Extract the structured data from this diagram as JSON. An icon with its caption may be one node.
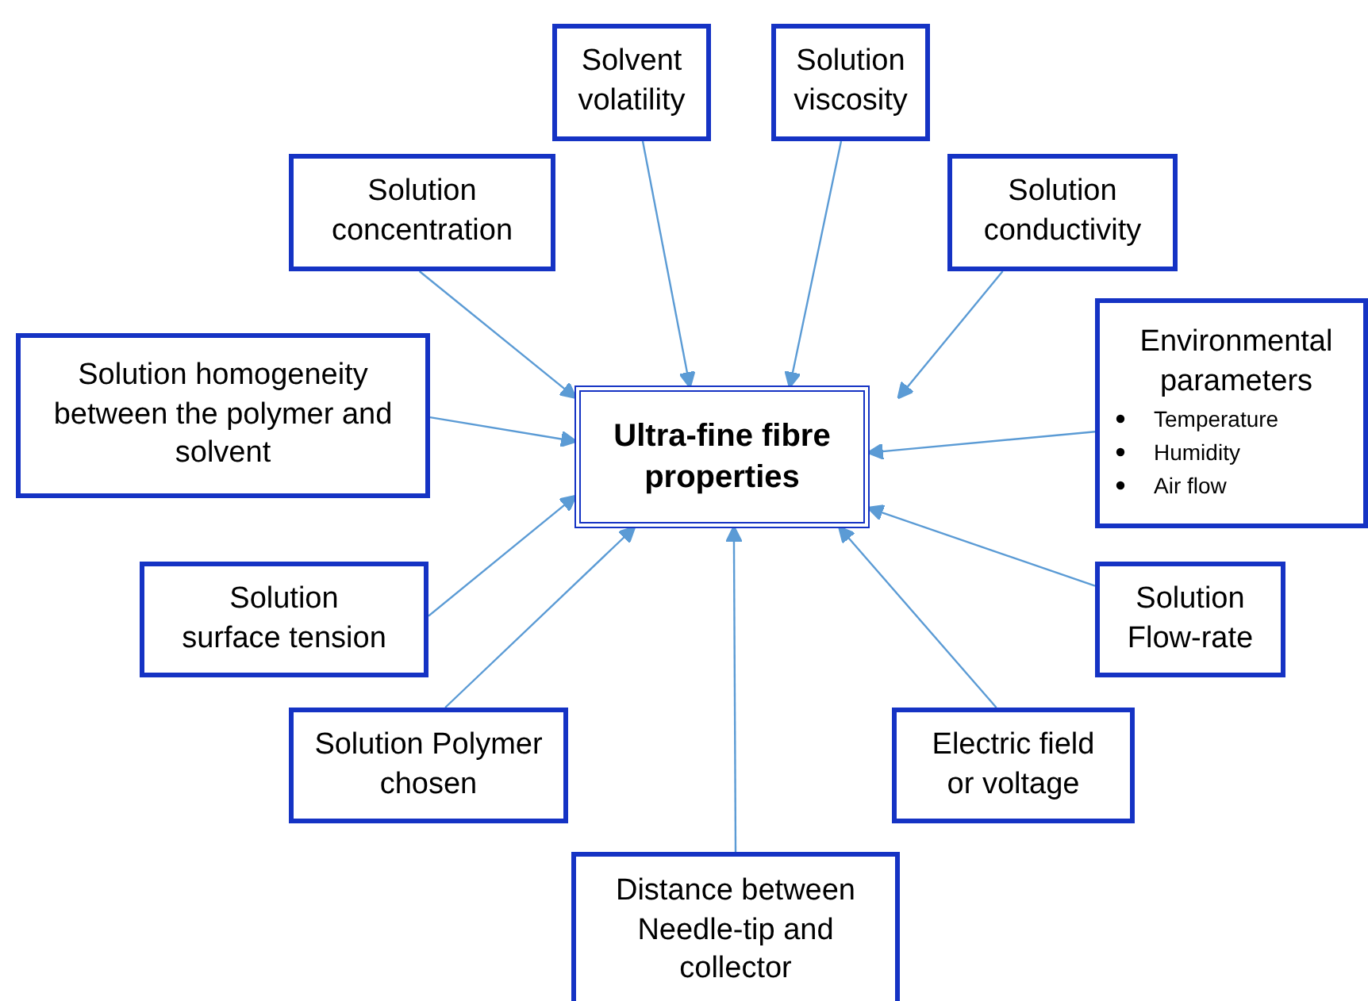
{
  "diagram": {
    "nodes": [
      {
        "text": [
          "Ultra-fine fibre properties"
        ]
      },
      {
        "text": [
          "Solvent volatility"
        ]
      },
      {
        "text": [
          "Solution viscosity"
        ]
      },
      {
        "text": [
          "Solution concentration"
        ]
      },
      {
        "text": [
          "Solution conductivity"
        ]
      },
      {
        "text": [
          "Solution homogeneity between the polymer and solvent"
        ]
      },
      {
        "text": [
          "Environmental parameters",
          "Temperature",
          "Humidity",
          "Air flow"
        ]
      },
      {
        "text": [
          "Solution surface tension"
        ]
      },
      {
        "text": [
          "Solution Flow-rate"
        ]
      },
      {
        "text": [
          "Solution Polymer chosen"
        ]
      },
      {
        "text": [
          "Electric field or voltage"
        ]
      },
      {
        "text": [
          "Distance between Needle-tip and collector"
        ]
      }
    ],
    "edges": [
      {
        "from": 1,
        "to": 0,
        "arrow": "to"
      },
      {
        "from": 2,
        "to": 0,
        "arrow": "to"
      },
      {
        "from": 3,
        "to": 0,
        "arrow": "to"
      },
      {
        "from": 4,
        "to": 0,
        "arrow": "to"
      },
      {
        "from": 5,
        "to": 0,
        "arrow": "to"
      },
      {
        "from": 6,
        "to": 0,
        "arrow": "to"
      },
      {
        "from": 7,
        "to": 0,
        "arrow": "to"
      },
      {
        "from": 8,
        "to": 0,
        "arrow": "to"
      },
      {
        "from": 9,
        "to": 0,
        "arrow": "to"
      },
      {
        "from": 10,
        "to": 0,
        "arrow": "to"
      },
      {
        "from": 11,
        "to": 0,
        "arrow": "to"
      }
    ]
  }
}
